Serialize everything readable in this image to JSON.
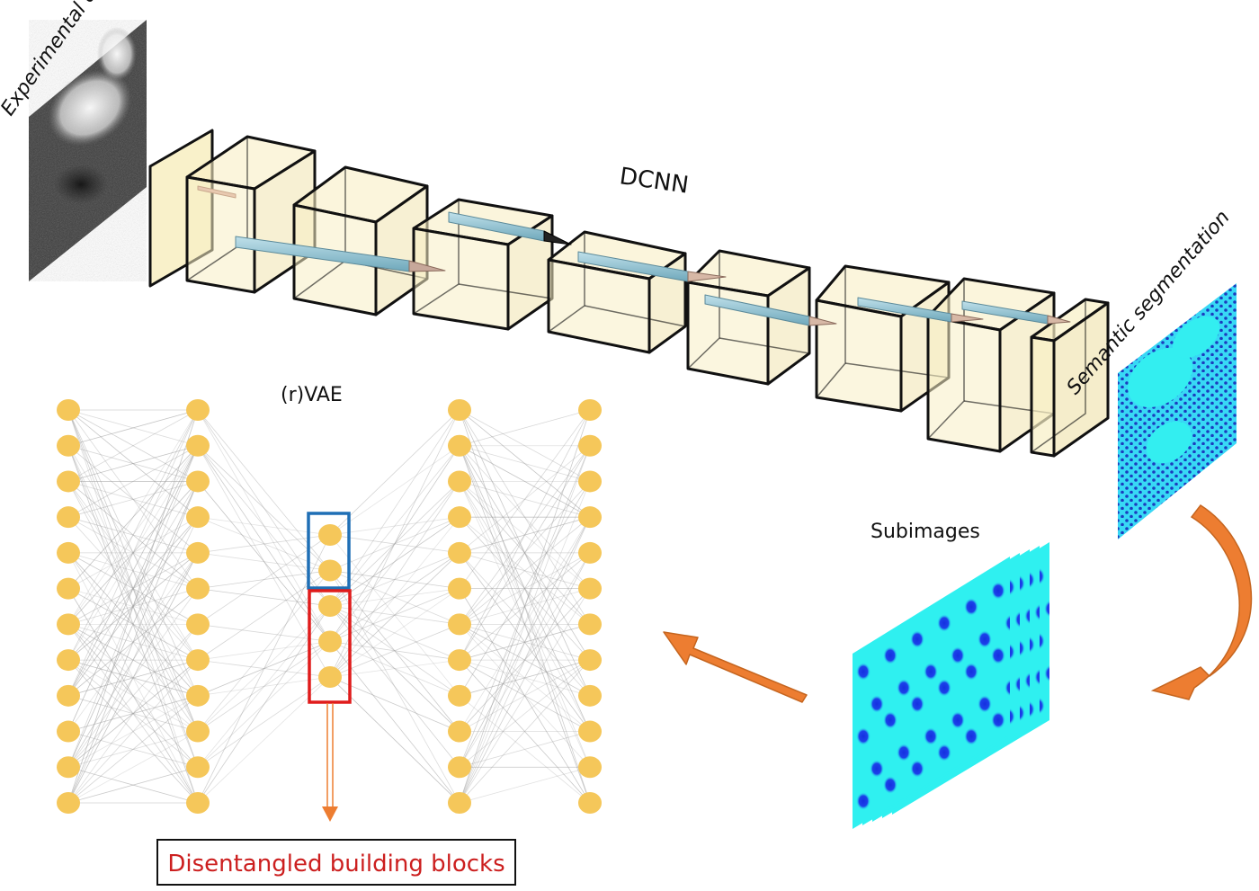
{
  "labels": {
    "experimental_data": "Experimental data",
    "dcnn": "DCNN",
    "semantic_segmentation": "Semantic segmentation",
    "subimages": "Subimages",
    "rvae": "(r)VAE",
    "output": "Disentangled building blocks"
  },
  "network": {
    "layers": [
      {
        "name": "input",
        "nodes": 12
      },
      {
        "name": "hidden-1",
        "nodes": 12
      },
      {
        "name": "latent",
        "nodes": 5
      },
      {
        "name": "hidden-2",
        "nodes": 12
      },
      {
        "name": "output",
        "nodes": 12
      }
    ],
    "latent_groups": [
      {
        "name": "blue-group",
        "nodes": 2,
        "color": "#1f6fb5"
      },
      {
        "name": "red-group",
        "nodes": 3,
        "color": "#e01b1b"
      }
    ]
  },
  "dcnn": {
    "block_count": 8,
    "plane_count": 2
  },
  "subimages": {
    "stack_count": 5
  },
  "colors": {
    "node": "#f5c75a",
    "box_fill": "#f8efc4",
    "arrow": "#ed7d31",
    "arrow_dark": "#c5651f",
    "seg_bg": "#2ff0f0",
    "seg_dot": "#1b3de0",
    "output_text": "#cc1f1f"
  }
}
